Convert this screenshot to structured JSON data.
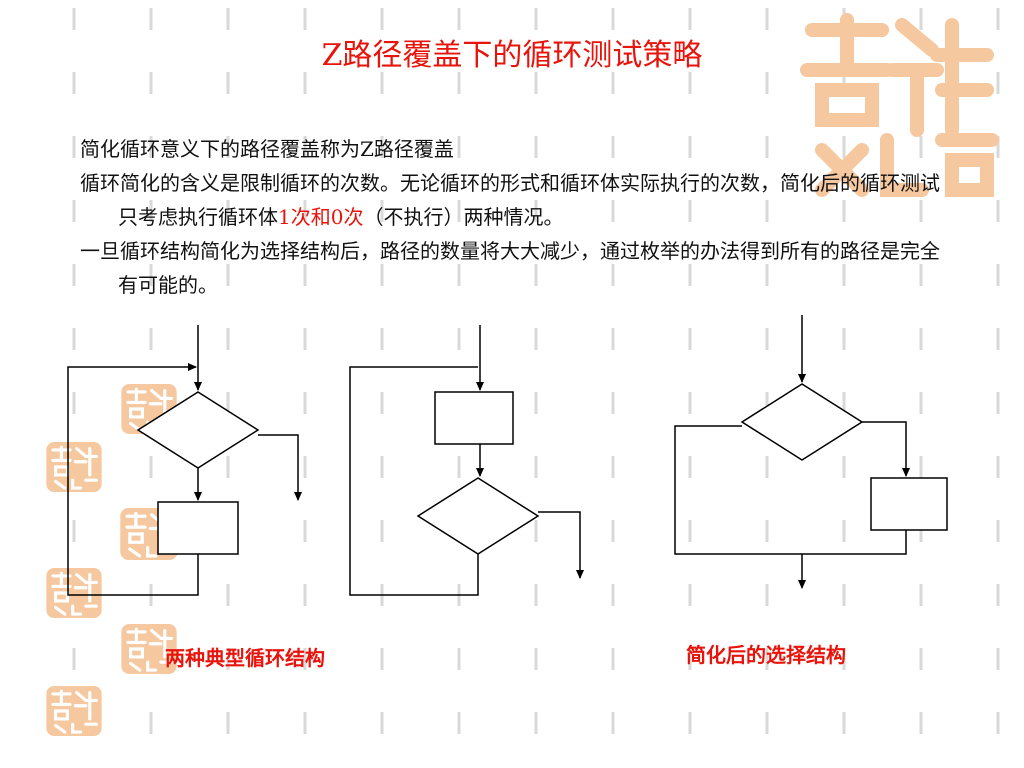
{
  "slide": {
    "title": "Z路径覆盖下的循环测试策略",
    "paragraphs": [
      {
        "parts": [
          "简化循环意义下的路径覆盖称为Z路径覆盖"
        ]
      },
      {
        "parts": [
          "循环简化的含义是限制循环的次数。无论循环的形式和循环体实际执行的次数，简化后的循环测试只考虑执行循环体",
          "1次和0次",
          "（不执行）两种情况。"
        ]
      },
      {
        "parts": [
          "一旦循环结构简化为选择结构后，路径的数量将大大减少，通过枚举的办法得到所有的路径是完全有可能的。"
        ]
      }
    ],
    "captions": {
      "left": "两种典型循环结构",
      "right": "简化后的选择结构"
    },
    "decoration": {
      "seal_text": "吉祥如意",
      "accent_color": "#e8140c",
      "seal_color": "#f5c8a0"
    }
  }
}
